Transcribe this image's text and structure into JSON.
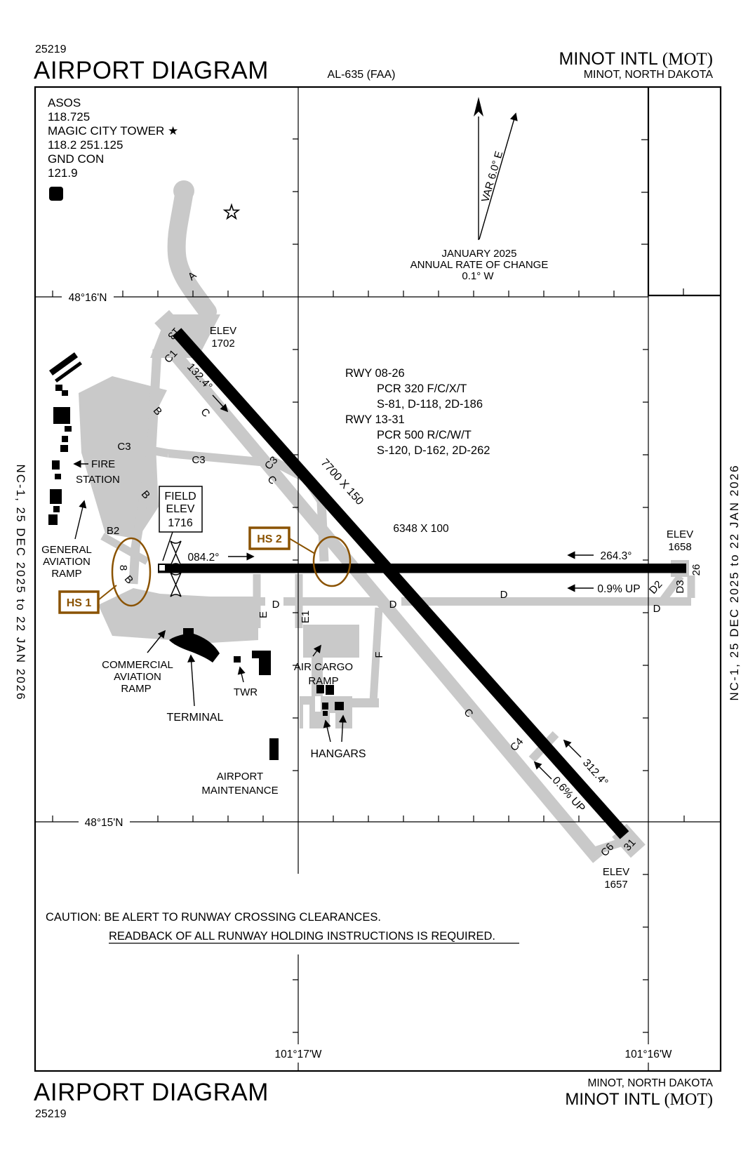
{
  "colors": {
    "taxiway": "#c9c9c9",
    "hotspot": "#8a5200"
  },
  "header": {
    "chart_number": "25219",
    "title": "AIRPORT DIAGRAM",
    "procedure_id": "AL-635 (FAA)",
    "airport_name": "MINOT INTL ",
    "airport_id": "(MOT)",
    "city_state": "MINOT, NORTH DAKOTA"
  },
  "footer": {
    "title": "AIRPORT DIAGRAM",
    "chart_number": "25219",
    "airport_name": "MINOT INTL ",
    "airport_id": "(MOT)",
    "city_state": "MINOT, NORTH DAKOTA"
  },
  "margin": {
    "edition": "NC-1,  25 DEC 2025  to  22 JAN 2026"
  },
  "comm": {
    "asos_label": "ASOS",
    "asos_freq": "118.725",
    "tower_label": "MAGIC CITY TOWER ★",
    "tower_freqs": "118.2  251.125",
    "gnd_label": "GND CON",
    "gnd_freq": "121.9",
    "delta": "D"
  },
  "compass": {
    "variation": "VAR 6.0° E",
    "date": "JANUARY 2025",
    "rate_label": "ANNUAL RATE OF CHANGE",
    "rate_value": "0.1° W"
  },
  "grid": {
    "lat_north": "48°16'N",
    "lat_south": "48°15'N",
    "lon_west": "101°17'W",
    "lon_east": "101°16'W"
  },
  "runway_info": {
    "rwy1": "RWY 08-26",
    "rwy1_pcr": "PCR 320 F/C/X/T",
    "rwy1_ratings": "S-81, D-118, 2D-186",
    "rwy2": "RWY 13-31",
    "rwy2_pcr": "PCR 500 R/C/W/T",
    "rwy2_ratings": "S-120, D-162, 2D-262"
  },
  "rwy0826": {
    "num_west": "8",
    "num_east": "26",
    "dimensions": "6348 X 100",
    "heading_east": "084.2°",
    "heading_west": "264.3°",
    "gradient": "0.9% UP",
    "elev_label": "ELEV",
    "elev_east": "1658"
  },
  "rwy1331": {
    "num_north": "13",
    "num_south": "31",
    "dimensions": "7700 X 150",
    "heading_south": "132.4°",
    "heading_north": "312.4°",
    "gradient": "0.6% UP",
    "elev_label": "ELEV",
    "elev_north": "1702",
    "elev_south": "1657"
  },
  "field_elev": {
    "label1": "FIELD",
    "label2": "ELEV",
    "value": "1716"
  },
  "hotspots": {
    "hs1": "HS 1",
    "hs2": "HS 2"
  },
  "taxiways": {
    "a": "A",
    "b": "B",
    "b2": "B2",
    "c": "C",
    "c1": "C1",
    "c3": "C3",
    "c4": "C4",
    "c6": "C6",
    "d": "D",
    "d2": "D2",
    "d3": "D3",
    "e": "E",
    "e1": "E1",
    "f": "F"
  },
  "facilities": {
    "fire1": "FIRE",
    "fire2": "STATION",
    "ga1": "GENERAL",
    "ga2": "AVIATION",
    "ga3": "RAMP",
    "comm1": "COMMERCIAL",
    "comm2": "AVIATION",
    "comm3": "RAMP",
    "terminal": "TERMINAL",
    "twr": "TWR",
    "cargo1": "AIR CARGO",
    "cargo2": "RAMP",
    "hangars": "HANGARS",
    "maint1": "AIRPORT",
    "maint2": "MAINTENANCE"
  },
  "caution": {
    "line1": "CAUTION: BE ALERT TO RUNWAY CROSSING CLEARANCES.",
    "line2": "READBACK OF ALL RUNWAY HOLDING INSTRUCTIONS IS REQUIRED."
  }
}
